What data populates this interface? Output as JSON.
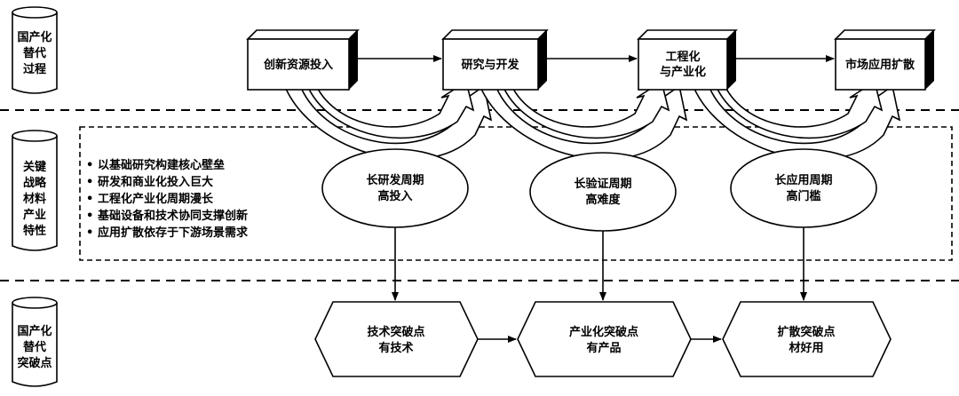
{
  "rows": [
    {
      "label": [
        "国产化",
        "替代",
        "过程"
      ]
    },
    {
      "label": [
        "关键",
        "战略",
        "材料",
        "产业",
        "特性"
      ]
    },
    {
      "label": [
        "国产化",
        "替代",
        "突破点"
      ]
    }
  ],
  "process": [
    "创新资源投入",
    "研究与开发",
    [
      "工程化",
      "与产业化"
    ],
    "市场应用扩散"
  ],
  "traits": [
    "以基础研究构建核心壁垒",
    "研发和商业化投入巨大",
    "工程化产业化周期漫长",
    "基础设备和技术协同支撑创新",
    "应用扩散依存于下游场景需求"
  ],
  "cycles": [
    [
      "长研发周期",
      "高投入"
    ],
    [
      "长验证周期",
      "高难度"
    ],
    [
      "长应用周期",
      "高门槛"
    ]
  ],
  "breakthroughs": [
    [
      "技术突破点",
      "有技术"
    ],
    [
      "产业化突破点",
      "有产品"
    ],
    [
      "扩散突破点",
      "材好用"
    ]
  ]
}
